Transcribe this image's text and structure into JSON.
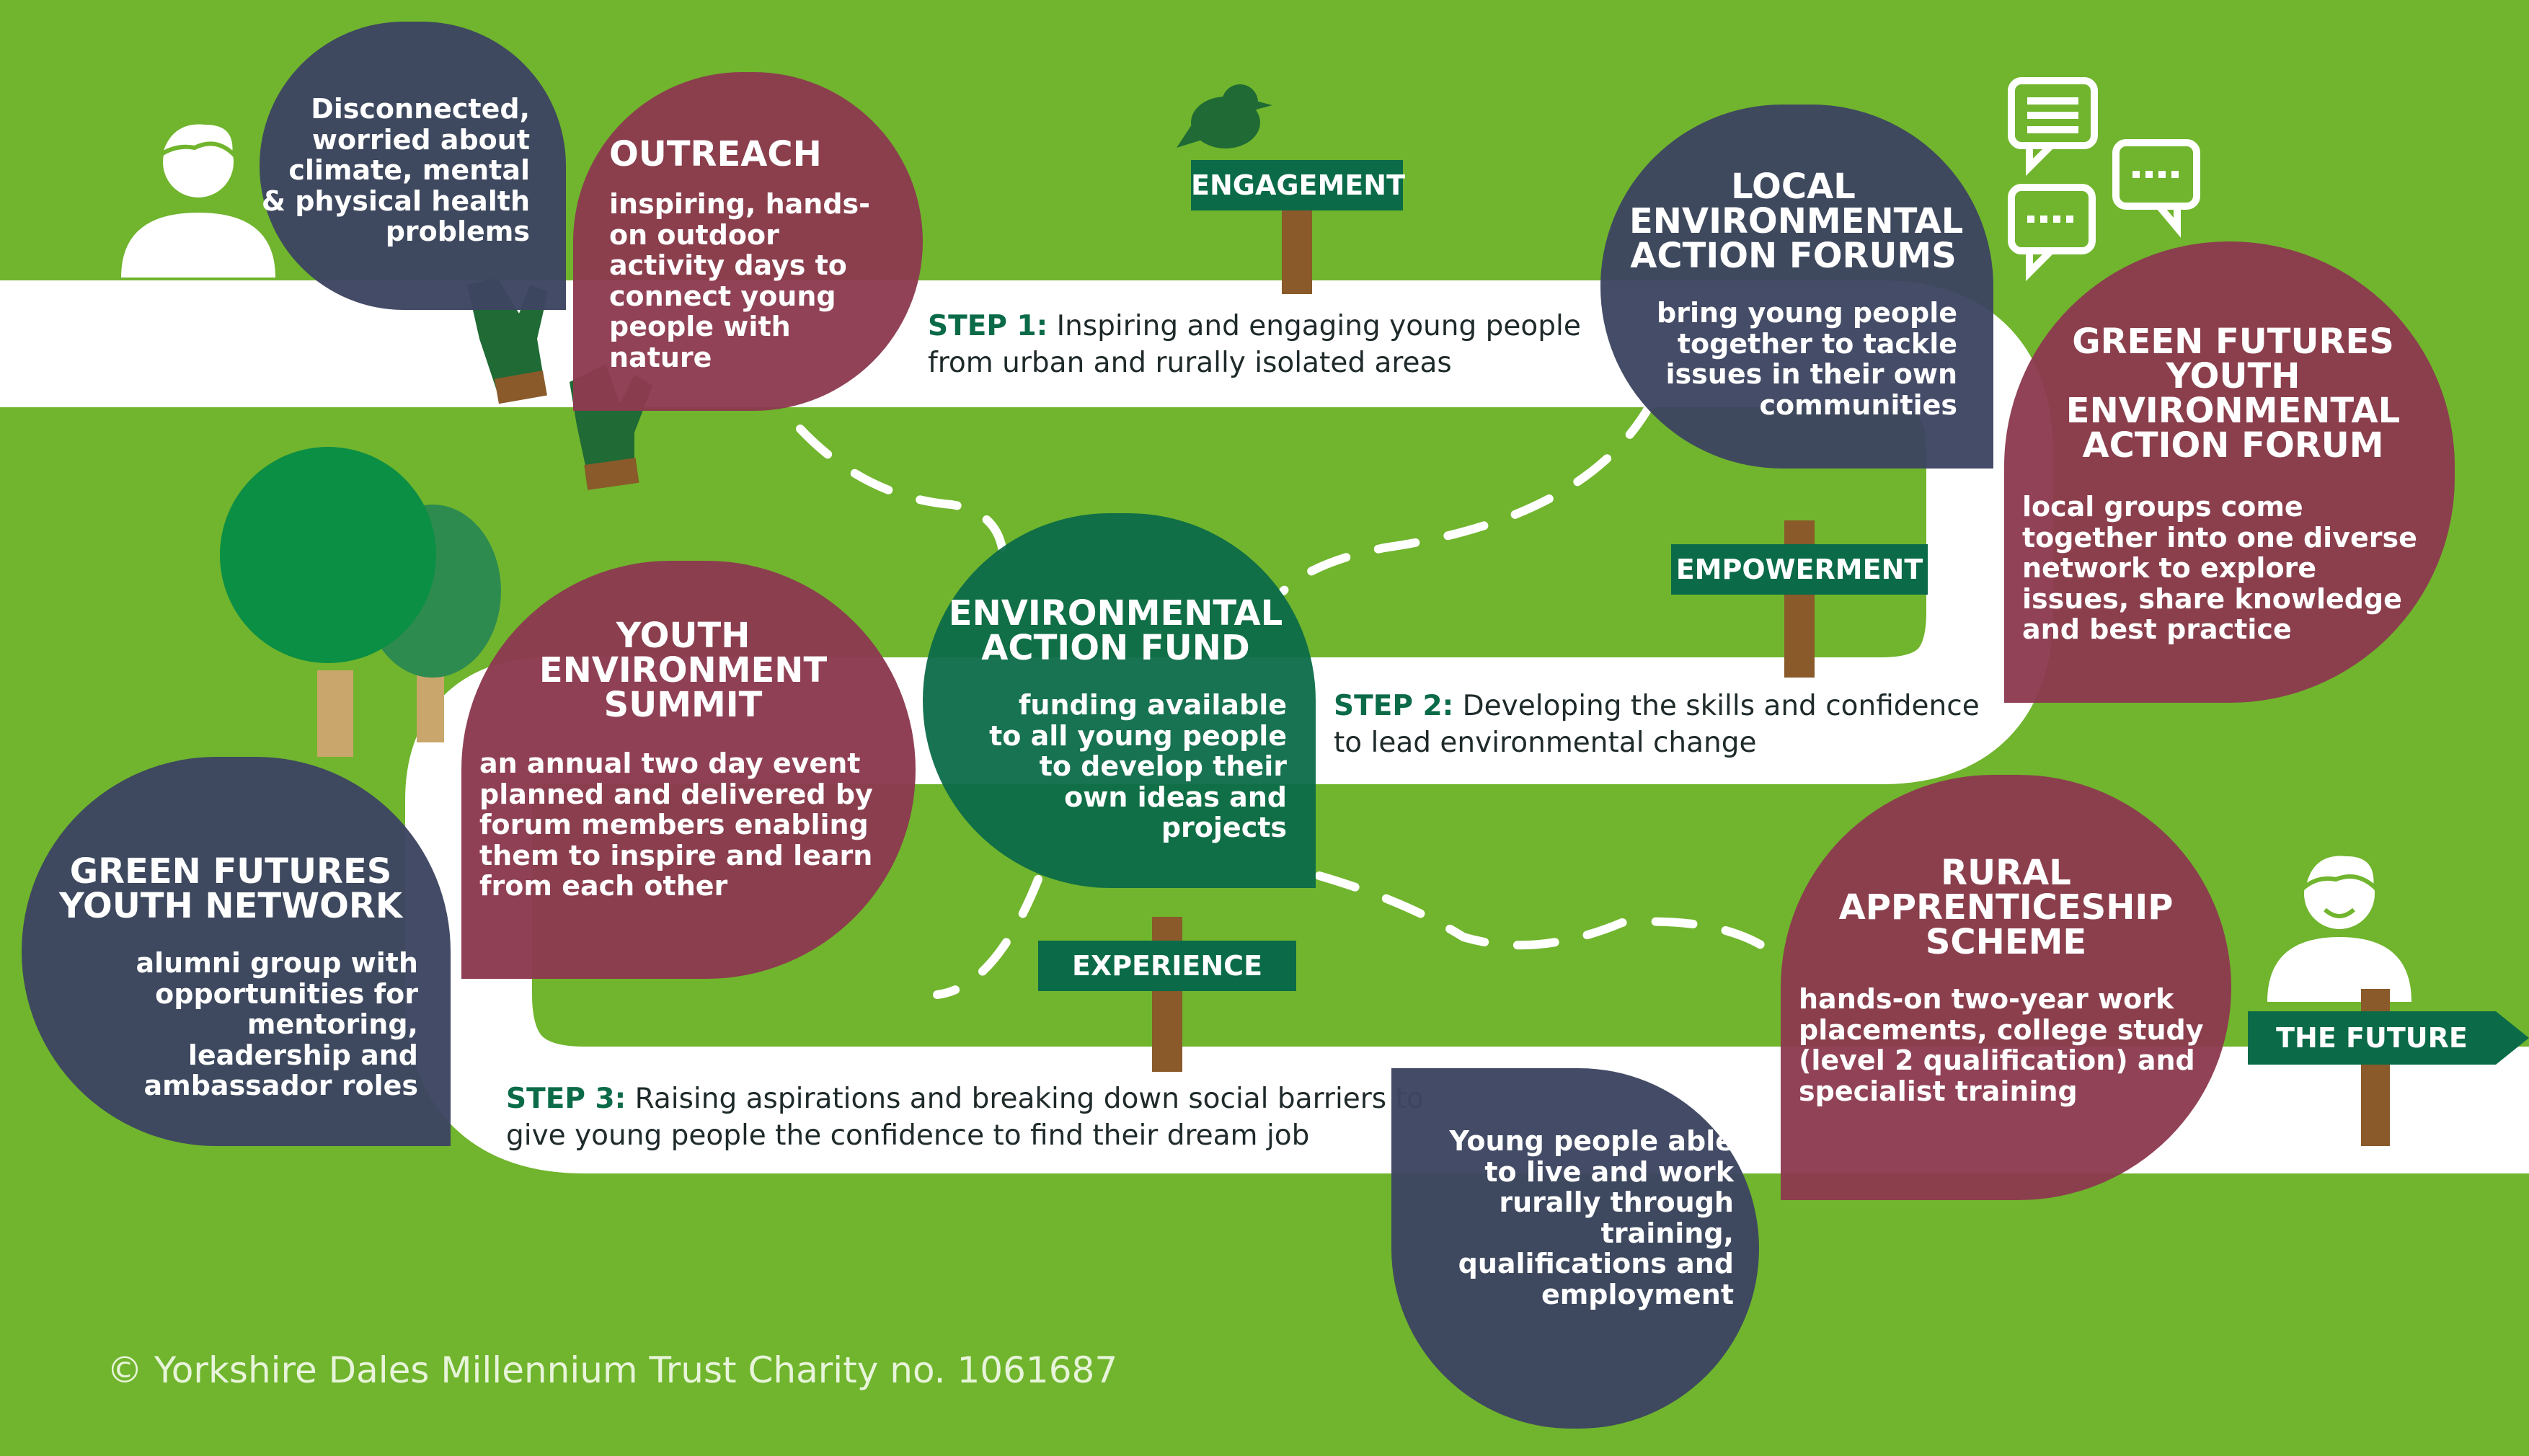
{
  "start_bubble": "Disconnected, worried about climate, mental & physical health problems",
  "outreach": {
    "title": "OUTREACH",
    "text": "inspiring, hands-on outdoor activity days to connect young people with nature"
  },
  "signs": {
    "engagement": "ENGAGEMENT",
    "empowerment": "EMPOWERMENT",
    "experience": "EXPERIENCE",
    "future": "THE FUTURE"
  },
  "step1": {
    "label": "STEP 1:",
    "text": "Inspiring and engaging young people from urban and rurally isolated areas"
  },
  "step2": {
    "label": "STEP 2:",
    "text": "Developing the skills and confidence to lead environmental change"
  },
  "step3": {
    "label": "STEP 3:",
    "text": "Raising aspirations and breaking down social barriers to give young people the confidence to find their dream job"
  },
  "local_forums": {
    "title": "LOCAL ENVIRONMENTAL ACTION FORUMS",
    "text": "bring young people together to tackle issues in their own communities"
  },
  "green_futures_forum": {
    "title": "GREEN FUTURES YOUTH ENVIRONMENTAL ACTION FORUM",
    "text": "local groups come together into one diverse network to explore issues, share knowledge and best practice"
  },
  "fund": {
    "title": "ENVIRONMENTAL ACTION FUND",
    "text": "funding available to all young people to develop their own ideas and projects"
  },
  "summit": {
    "title": "YOUTH ENVIRONMENT SUMMIT",
    "text": "an annual two day event planned and delivered by forum members enabling them to inspire and learn from each other"
  },
  "network": {
    "title": "GREEN FUTURES YOUTH NETWORK",
    "text": "alumni group with opportunities for mentoring, leadership and ambassador roles"
  },
  "rural": {
    "title": "RURAL APPRENTICESHIP SCHEME",
    "text": "hands-on two-year work placements, college study (level 2 qualification) and specialist training"
  },
  "outcome": "Young people able to live and work rurally through training, qualifications and employment",
  "copyright": "© Yorkshire Dales Millennium Trust Charity no. 1061687",
  "colors": {
    "background": "#70b52d",
    "navy": "#3d4561",
    "maroon": "#8c3a4f",
    "dark_green": "#0b6b48",
    "path": "#ffffff"
  }
}
